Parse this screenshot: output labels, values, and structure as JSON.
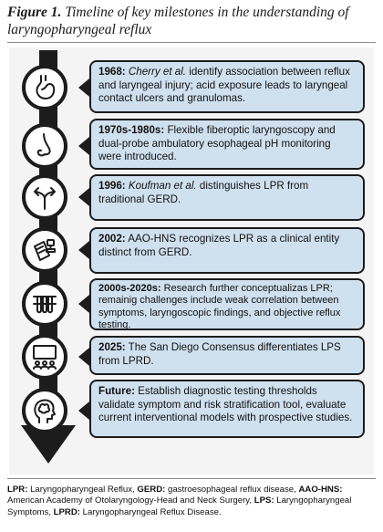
{
  "title": {
    "label": "Figure 1.",
    "text": "Timeline of key milestones in the understanding of laryngopharyngeal reflux"
  },
  "milestones": [
    {
      "year": "1968:",
      "authors": "Cherry et al.",
      "text": "identify association between reflux and laryngeal injury; acid exposure leads to laryngeal contact ulcers and granulomas.",
      "icon": "stomach-icon"
    },
    {
      "year": "1970s-1980s:",
      "authors": "",
      "text": "Flexible fiberoptic laryngoscopy and dual-probe ambulatory esophageal pH monitoring were introduced.",
      "icon": "nose-icon"
    },
    {
      "year": "1996:",
      "authors": "Koufman et al.",
      "text": "distinguishes LPR from traditional GERD.",
      "icon": "diverging-arrows-icon"
    },
    {
      "year": "2002:",
      "authors": "",
      "text": "AAO-HNS recognizes LPR as a clinical entity distinct from GERD.",
      "icon": "clipboard-stamp-icon"
    },
    {
      "year": "2000s-2020s:",
      "authors": "",
      "text": "Research further conceptualizas LPR; remainig challenges include weak correlation between symptoms, laryngoscopic findings, and objective reflux testing.",
      "icon": "test-tubes-icon"
    },
    {
      "year": "2025:",
      "authors": "",
      "text": "The San Diego Consensus differentiates LPS from LPRD.",
      "icon": "presentation-icon"
    },
    {
      "year": "Future:",
      "authors": "",
      "text": "Establish diagnostic testing thresholds validate symptom and risk stratification tool, evaluate current interventional models with prospective studies.",
      "icon": "brain-head-icon"
    }
  ],
  "footnote": [
    {
      "abbr": "LPR:",
      "def": "Laryngopharyngeal Reflux,"
    },
    {
      "abbr": "GERD:",
      "def": "gastroesophageal reflux disease,"
    },
    {
      "abbr": "AAO-HNS:",
      "def": "American Academy of Otolaryngology-Head and Neck Surgery,"
    },
    {
      "abbr": "LPS:",
      "def": "Laryngopharyngeal Symptoms,"
    },
    {
      "abbr": "LPRD:",
      "def": "Laryngopharyngeal Reflux Disease."
    }
  ],
  "colors": {
    "box_fill": "#cfe0ef",
    "line": "#1c1c1c",
    "background": "#f4f4f4"
  }
}
